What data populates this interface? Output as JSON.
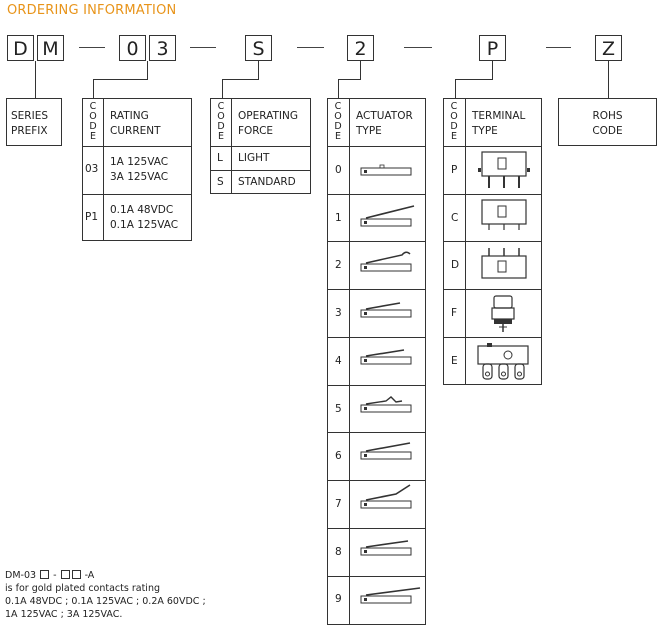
{
  "title": "ORDERING INFORMATION",
  "code_chars": [
    "D",
    "M",
    "0",
    "3",
    "S",
    "2",
    "P",
    "Z"
  ],
  "series": {
    "label_1": "SERIES",
    "label_2": "PREFIX"
  },
  "code_head": [
    "C",
    "O",
    "D",
    "E"
  ],
  "rating": {
    "head_1": "RATING",
    "head_2": "CURRENT",
    "rows": [
      {
        "code": "03",
        "line_1": "1A 125VAC",
        "line_2": "3A 125VAC"
      },
      {
        "code": "P1",
        "line_1": "0.1A 48VDC",
        "line_2": "0.1A 125VAC"
      }
    ]
  },
  "force": {
    "head_1": "OPERATING",
    "head_2": "FORCE",
    "rows": [
      {
        "code": "L",
        "label": "LIGHT"
      },
      {
        "code": "S",
        "label": "STANDARD"
      }
    ]
  },
  "actuator": {
    "head_1": "ACTUATOR",
    "head_2": "TYPE",
    "codes": [
      "0",
      "1",
      "2",
      "3",
      "4",
      "5",
      "6",
      "7",
      "8",
      "9"
    ]
  },
  "terminal": {
    "head_1": "TERMINAL",
    "head_2": "TYPE",
    "codes": [
      "P",
      "C",
      "D",
      "F",
      "E"
    ]
  },
  "rohs": {
    "label_1": "ROHS",
    "label_2": "CODE"
  },
  "note": {
    "line_1a": "DM-03",
    "line_1b": "-A",
    "line_2": "is for gold plated contacts rating",
    "line_3": "0.1A 48VDC ; 0.1A 125VAC ; 0.2A 60VDC ;",
    "line_4": "1A 125VAC ; 3A 125VAC."
  }
}
